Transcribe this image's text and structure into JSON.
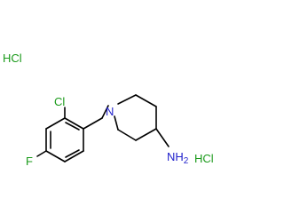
{
  "molecule": {
    "atoms": {
      "cl_ring": "Cl",
      "f": "F",
      "n_ring": "N",
      "nh2": "NH",
      "nh2_sub": "2"
    },
    "counterions": [
      "HCl",
      "HCl"
    ]
  },
  "colors": {
    "bond": "#000000",
    "chlorine": "#1a9a1a",
    "fluorine": "#1a9a1a",
    "nitrogen": "#2222cc",
    "hcl": "#1a9a1a"
  }
}
